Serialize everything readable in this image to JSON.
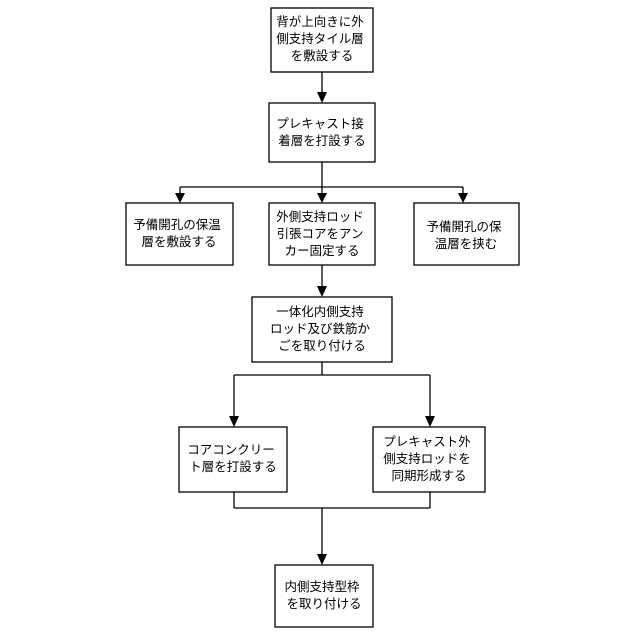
{
  "diagram": {
    "steps": {
      "step1": {
        "lines": [
          "背が上向きに外",
          "側支持タイル層",
          "を敷設する"
        ]
      },
      "step2": {
        "lines": [
          "プレキャスト接",
          "着層を打設する"
        ]
      },
      "step3a": {
        "lines": [
          "予備開孔の保温",
          "層を敷設する"
        ]
      },
      "step3b": {
        "lines": [
          "外側支持ロッド",
          "引張コアをアン",
          "カー固定する"
        ]
      },
      "step3c": {
        "lines": [
          "予備開孔の保",
          "温層を挟む"
        ]
      },
      "step4": {
        "lines": [
          "一体化内側支持",
          "ロッド及び鉄筋か",
          "ごを取り付ける"
        ]
      },
      "step5a": {
        "lines": [
          "コアコンクリー",
          "ト層を打設する"
        ]
      },
      "step5b": {
        "lines": [
          "プレキャスト外",
          "側支持ロッドを",
          "同期形成する"
        ]
      },
      "step6": {
        "lines": [
          "内側支持型枠",
          "を取り付ける"
        ]
      }
    }
  }
}
